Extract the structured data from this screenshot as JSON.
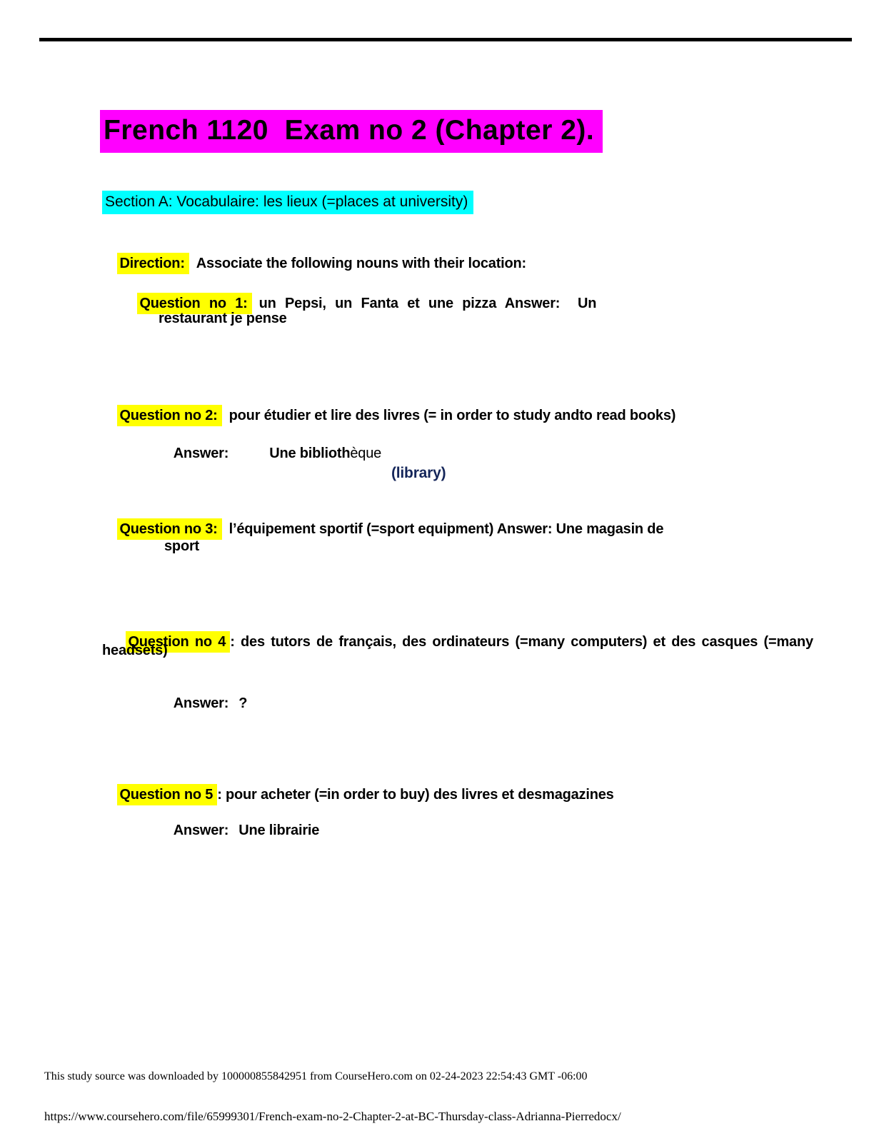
{
  "colors": {
    "title_highlight": "#FF00FF",
    "section_highlight": "#00FFFF",
    "question_highlight": "#FFFF00",
    "library_note": "#15265A",
    "text": "#000000"
  },
  "doc": {
    "title": "French 1120  Exam no 2 (Chapter 2).",
    "section_heading": "Section A: Vocabulaire: les lieux (=places at university)",
    "direction": {
      "label": "Direction:",
      "text": "Associate the following nouns with their location:"
    },
    "q1": {
      "label": "Question no 1:",
      "body": "un Pepsi, un Fanta et une pizza Answer:  Un",
      "line2": "restaurant je pense"
    },
    "q2": {
      "label": "Question no 2:",
      "body": "pour étudier et lire des livres (= in order to study andto read books)",
      "answer_label": "Answer:",
      "answer_bold": "Une biblioth",
      "answer_tail": "èque",
      "note": "(library)"
    },
    "q3": {
      "label": "Question no 3:",
      "body": "l’équipement sportif (=sport equipment) Answer: Une magasin de",
      "line2": "sport"
    },
    "q4": {
      "label": "Question no 4",
      "body": ": des tutors de français, des ordinateurs (=many computers) et des casques (=many",
      "line2": "headsets)",
      "answer_label": "Answer:",
      "answer_value": "?"
    },
    "q5": {
      "label": "Question no 5",
      "body": ": pour acheter (=in order to buy) des livres et desmagazines",
      "answer_label": "Answer:",
      "answer_value": "Une librairie"
    },
    "footer": {
      "line1": "This study source was downloaded by 100000855842951 from CourseHero.com on 02-24-2023 22:54:43 GMT -06:00",
      "url": "https://www.coursehero.com/file/65999301/French-exam-no-2-Chapter-2-at-BC-Thursday-class-Adrianna-Pierredocx/"
    }
  }
}
